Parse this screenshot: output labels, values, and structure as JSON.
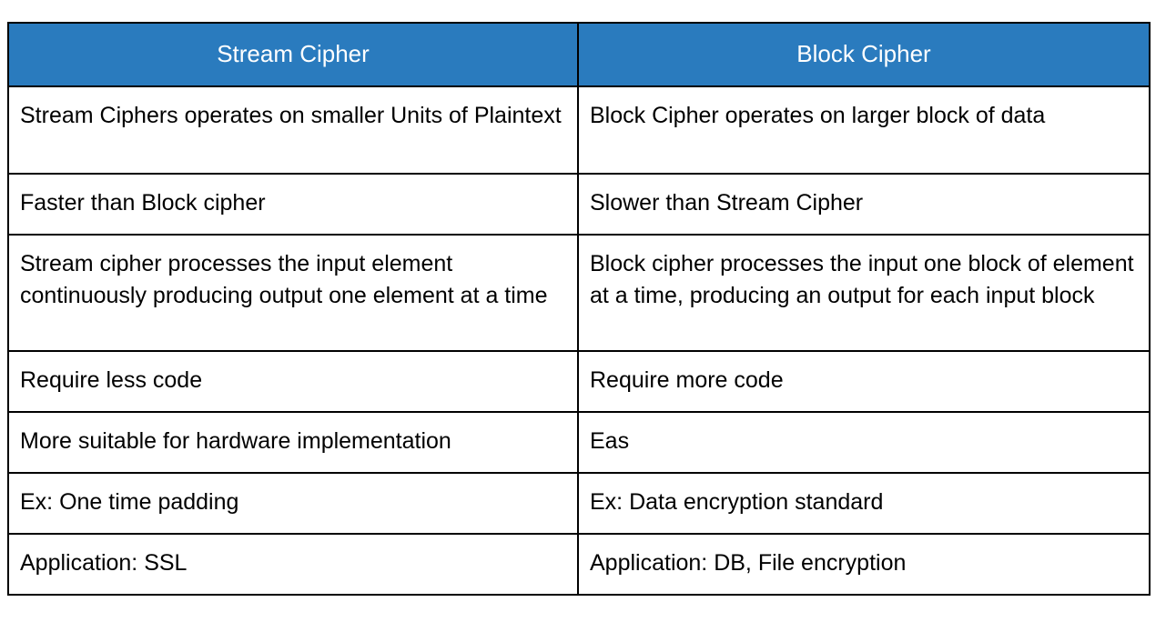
{
  "table": {
    "title": "Stream Cipher vs Block Cipher comparison",
    "accent_color": "#2a7bbe",
    "header_text_color": "#ffffff",
    "border_color": "#000000",
    "headers": [
      "Stream Cipher",
      "Block Cipher"
    ],
    "rows": [
      {
        "left": "Stream Ciphers operates on smaller Units of Plaintext",
        "right": "Block Cipher operates on larger block of data"
      },
      {
        "left": "Faster than Block cipher",
        "right": "Slower than Stream Cipher"
      },
      {
        "left": "Stream cipher processes the input element continuously producing output one element at a time",
        "right": "Block cipher processes the input one block of element at a time, producing an output for each input block"
      },
      {
        "left": "Require less code",
        "right": "Require more code"
      },
      {
        "left": "More suitable for hardware implementation",
        "right": "Eas"
      },
      {
        "left": "Ex: One time padding",
        "right": "Ex: Data encryption standard"
      },
      {
        "left": "Application: SSL",
        "right": "Application: DB, File encryption"
      }
    ]
  }
}
